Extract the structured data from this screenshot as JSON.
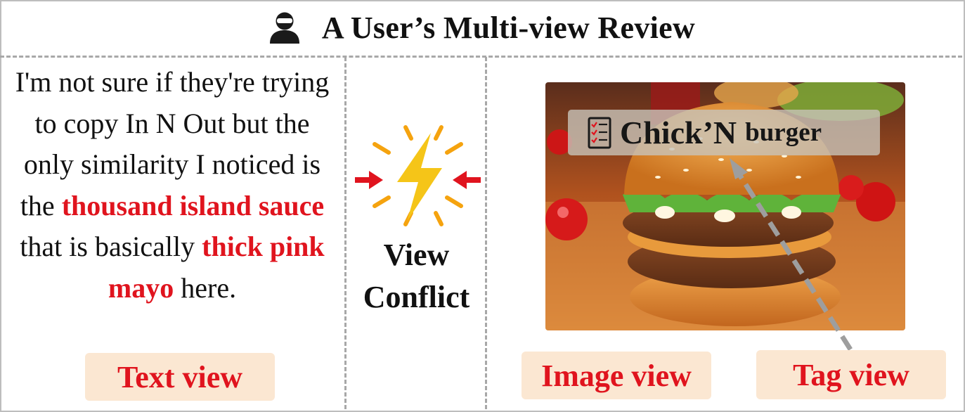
{
  "header": {
    "title": "A User’s Multi-view Review",
    "icon": "user-avatar-icon"
  },
  "text_view": {
    "segments": [
      {
        "text": "I'm not sure if they're trying to copy In N Out but the only similarity I noticed is the ",
        "highlight": false
      },
      {
        "text": "thousand island sauce",
        "highlight": true
      },
      {
        "text": " that is basically ",
        "highlight": false
      },
      {
        "text": "thick pink mayo",
        "highlight": true
      },
      {
        "text": " here.",
        "highlight": false
      }
    ],
    "label": "Text view"
  },
  "conflict": {
    "line1": "View",
    "line2": "Conflict",
    "icon": "lightning-bolt-icon"
  },
  "image_view": {
    "label": "Image view",
    "subject": "burger-photo"
  },
  "tag_view": {
    "tag_main": "Chick’N",
    "tag_sub": "burger",
    "tag_icon": "checklist-icon",
    "label": "Tag view"
  },
  "colors": {
    "highlight_red": "#e0141e",
    "label_bg": "#fbe7d2",
    "divider_gray": "#a8a8a8",
    "bolt_yellow": "#f5c518",
    "ray_orange": "#f5a30f"
  }
}
